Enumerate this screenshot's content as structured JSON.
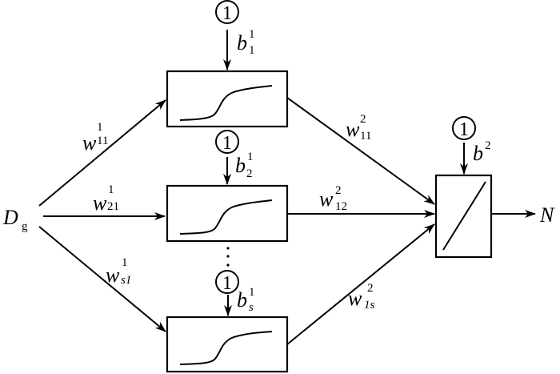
{
  "input": {
    "base": "D",
    "sub": "g"
  },
  "output": {
    "label": "N"
  },
  "bias_input": "1",
  "hidden": [
    {
      "bias": {
        "base": "b",
        "sup": "1",
        "sub": "1"
      },
      "weight": {
        "base": "w",
        "sup": "1",
        "sub": "11"
      },
      "out_weight": {
        "base": "w",
        "sup": "2",
        "sub": "11"
      }
    },
    {
      "bias": {
        "base": "b",
        "sup": "1",
        "sub": "2"
      },
      "weight": {
        "base": "w",
        "sup": "1",
        "sub": "21"
      },
      "out_weight": {
        "base": "w",
        "sup": "2",
        "sub": "12"
      }
    },
    {
      "bias": {
        "base": "b",
        "sup": "1",
        "sub": "s"
      },
      "weight": {
        "base": "w",
        "sup": "1",
        "sub": "s1"
      },
      "out_weight": {
        "base": "w",
        "sup": "2",
        "sub": "1s"
      }
    }
  ],
  "output_bias": {
    "base": "b",
    "sup": "2"
  },
  "activations": {
    "hidden": "sigmoid",
    "output": "linear"
  }
}
